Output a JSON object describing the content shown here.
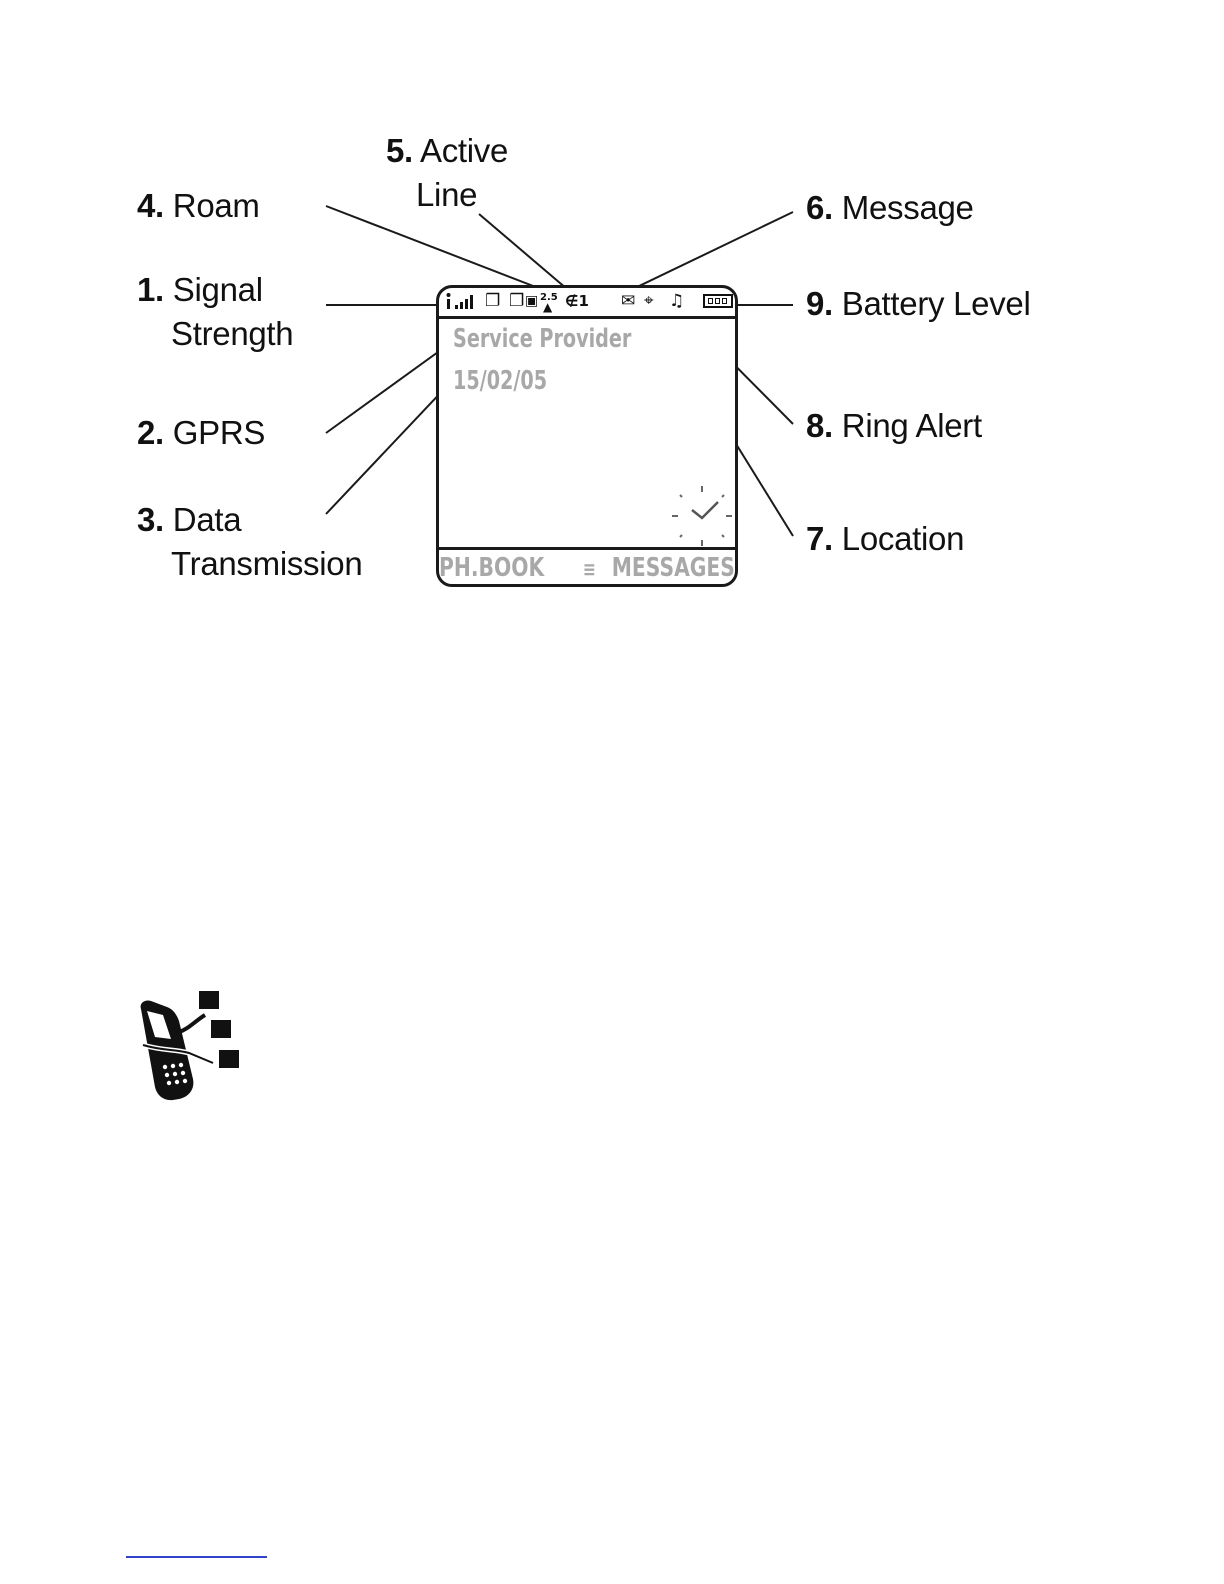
{
  "callouts": [
    {
      "id": "signal",
      "num": "1.",
      "line1": "Signal",
      "line2": "Strength"
    },
    {
      "id": "gprs",
      "num": "2.",
      "line1": "GPRS",
      "line2": ""
    },
    {
      "id": "data",
      "num": "3.",
      "line1": "Data",
      "line2": "Transmission"
    },
    {
      "id": "roam",
      "num": "4.",
      "line1": "Roam",
      "line2": ""
    },
    {
      "id": "active-line",
      "num": "5.",
      "line1": "Active",
      "line2": "Line"
    },
    {
      "id": "message",
      "num": "6.",
      "line1": "Message",
      "line2": ""
    },
    {
      "id": "location",
      "num": "7.",
      "line1": "Location",
      "line2": ""
    },
    {
      "id": "ring-alert",
      "num": "8.",
      "line1": "Ring Alert",
      "line2": ""
    },
    {
      "id": "battery",
      "num": "9.",
      "line1": "Battery Level",
      "line2": ""
    }
  ],
  "screen": {
    "provider": "Service Provider",
    "date": "15/02/05",
    "left_softkey": "PH.BOOK",
    "right_softkey": "MESSAGES",
    "menu_glyph": "≡",
    "status_icons": {
      "signal": "▂▃▅▇",
      "gprs": "❐",
      "data": "❐",
      "roam": "▲",
      "roam_label": "2.5",
      "active_line": "1",
      "message": "✉",
      "location": "⌖",
      "ring_alert": "♫"
    },
    "battery_level": 1.0
  },
  "icons": [
    "analog-clock-icon",
    "phone-feature-icon"
  ],
  "colors": {
    "lines": "#1a1a1a",
    "screen_text": "#a8a8a8",
    "link": "#3344cc"
  }
}
